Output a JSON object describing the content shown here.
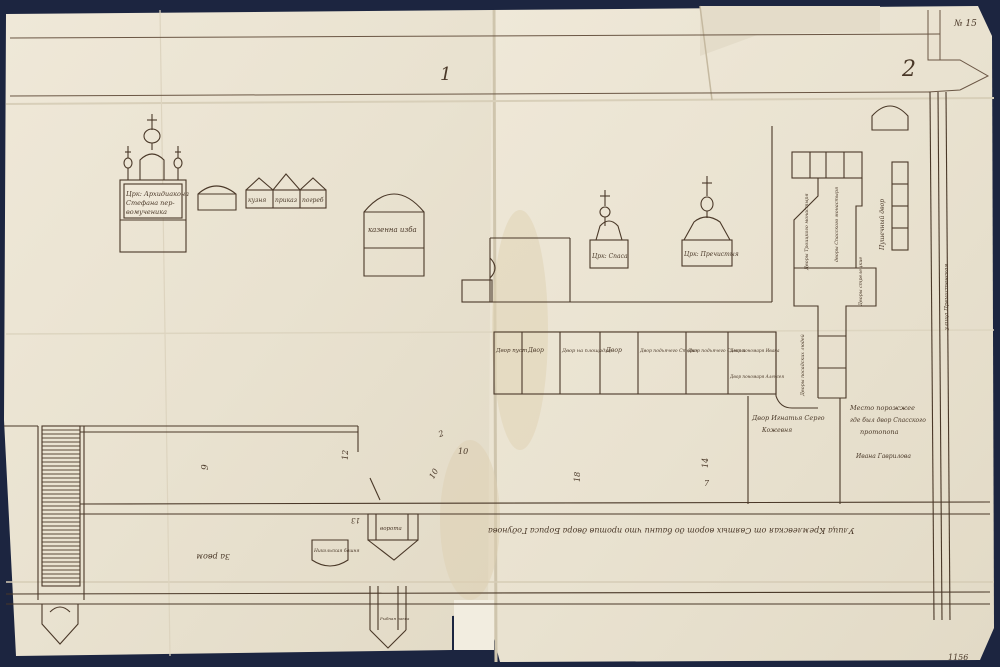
{
  "sheet": {
    "page_marks": [
      "1",
      "2"
    ],
    "corner_mark": "№ 15",
    "footer_mark": "1156"
  },
  "colors": {
    "paper": "#ebe4d3",
    "ink": "#4a3828",
    "backing": "#1c2540"
  },
  "church": {
    "label_lines": [
      "Црк: Архидиакона",
      "Стефана пер-",
      "вомученика"
    ]
  },
  "buildings": {
    "small_hut": "",
    "row_houses": [
      "кузня",
      "приказ",
      "погреб"
    ],
    "arched_hall": "казенна изба",
    "chapel_one": "Црк: Спаса",
    "chapel_two": "Црк: Пречистыя"
  },
  "street_row": [
    "Двор пуст",
    "Двор",
    "Двор на площадке",
    "Двор",
    "Двор подьячего Стефан",
    "Двор подьячего Симона",
    "Двор пономаря Ивана",
    "Двор пономаря Алексея"
  ],
  "east_block": {
    "upper_vertical": [
      "Дворы Троицкого монастыря",
      "дворы Спасского монастыря"
    ],
    "lower_vertical": [
      "Дворы посадских людей",
      "Дворы стрелецкие"
    ],
    "mid_label": "Двор Игнатья Серго",
    "sub_label": "Кожевня",
    "annotation_lines": [
      "Место порожжее",
      "где был двор Спасского",
      "протопопа",
      "Ивана Гаврилова"
    ]
  },
  "vertical_notes": {
    "right_margin": "улица Пречистенская",
    "near_top_block": "Пушечный двор"
  },
  "road_text": "Улица Кремлевская от Святых ворот до башни что против двора Бориса Годунова",
  "lower_labels": {
    "left_road": "За рвом",
    "gate_one": "Никольская башня",
    "gate_two": "ворота",
    "gate_three": "Рыбная лавка"
  },
  "scale_marks": [
    "18",
    "10",
    "12",
    "14",
    "13",
    "10",
    "9",
    "7",
    "2"
  ]
}
